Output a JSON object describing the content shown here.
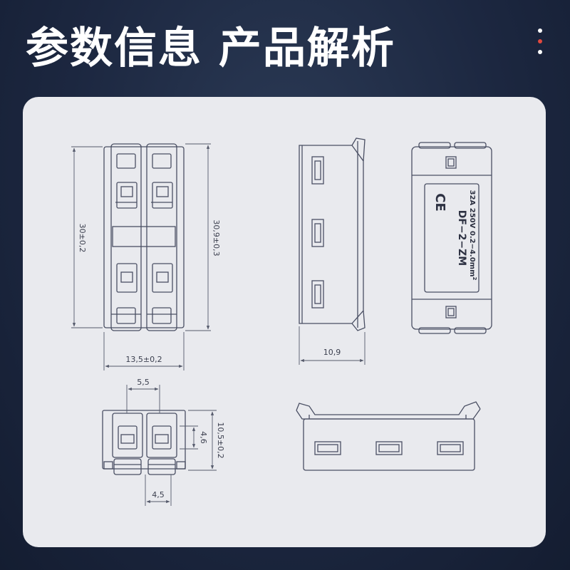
{
  "header": {
    "title": "参数信息 产品解析",
    "menu_dot_colors": [
      "#ffffff",
      "#e0483e",
      "#ffffff"
    ]
  },
  "colors": {
    "background": "#1c2740",
    "panel": "#e9eaee",
    "line": "#4a4f63",
    "dim": "#555a6b"
  },
  "drawing": {
    "front_view": {
      "height_outer": "30±0,2",
      "height_total": "30,9±0,3",
      "width": "13,5±0,2"
    },
    "side_view": {
      "width": "10,9"
    },
    "label_view": {
      "model": "DF−2−ZM",
      "rating": "32A 250V 0.2−4.0mm",
      "rating_sup": "2",
      "ce_mark": "CE"
    },
    "top_view": {
      "pitch": "5,5",
      "slot": "4,6",
      "height": "10,5±0,2",
      "opening": "4,5"
    }
  }
}
